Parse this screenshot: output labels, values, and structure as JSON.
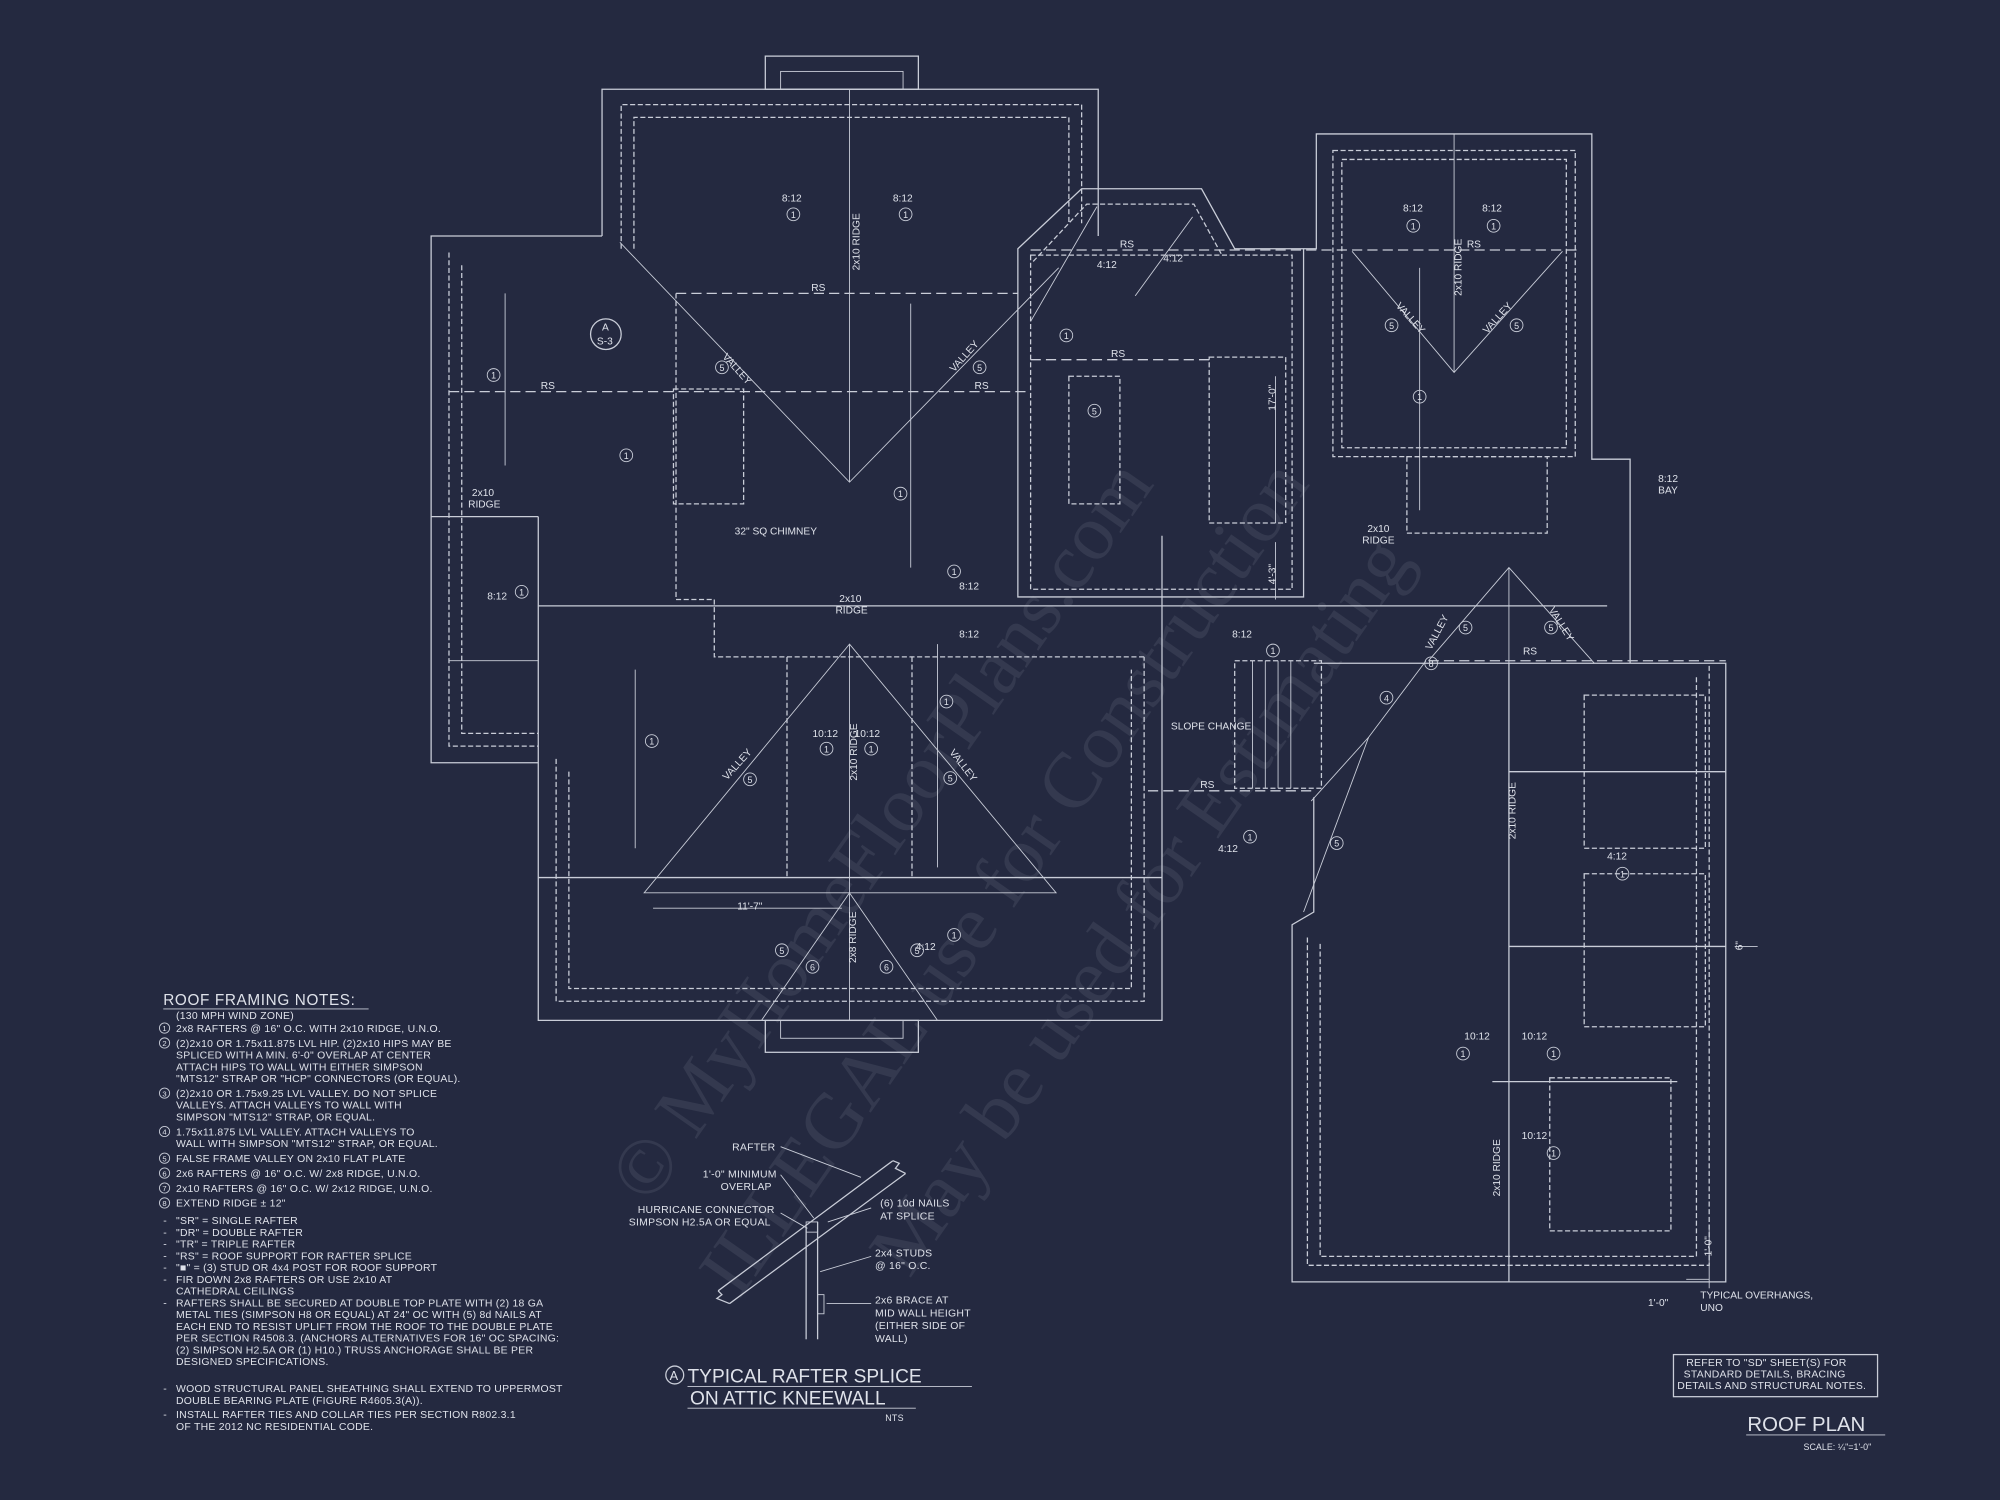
{
  "watermark": [
    "© MyHomeFloorPlans.com",
    "ILLEGAL use for Construction",
    "May be used for Estimating"
  ],
  "plan": {
    "labels": [
      "8:12",
      "8:12",
      "8:12",
      "8:12",
      "4:12",
      "4:12",
      "8:12",
      "8:12",
      "8:12",
      "8:12",
      "10:12",
      "10:12",
      "4:12",
      "4:12",
      "4:12",
      "10:12",
      "10:12",
      "10:12",
      "8:12",
      "BAY",
      "RS",
      "RS",
      "RS",
      "RS",
      "RS",
      "RS",
      "RS",
      "RS",
      "2x10",
      "RIDGE",
      "2x10",
      "RIDGE",
      "2x10",
      "RIDGE",
      "32\" SQ CHIMNEY",
      "SLOPE CHANGE",
      "11'-7\"",
      "A",
      "S-3"
    ],
    "rotated_labels": [
      "2x10 RIDGE",
      "2x10 RIDGE",
      "2x10 RIDGE",
      "2x10 RIDGE",
      "2x8 RIDGE",
      "2x10 RIDGE",
      "VALLEY",
      "VALLEY",
      "VALLEY",
      "VALLEY",
      "VALLEY",
      "VALLEY",
      "VALLEY",
      "VALLEY",
      "17'-0\"",
      "4'-3\"",
      "6\"",
      "1'-0\""
    ],
    "markers": [
      "1",
      "1",
      "1",
      "1",
      "1",
      "1",
      "1",
      "1",
      "1",
      "1",
      "1",
      "1",
      "1",
      "1",
      "1",
      "1",
      "1",
      "1",
      "1",
      "1",
      "1",
      "1",
      "5",
      "5",
      "5",
      "5",
      "5",
      "5",
      "5",
      "5",
      "5",
      "5",
      "5",
      "5",
      "4",
      "8",
      "6",
      "6"
    ],
    "overhang_dim": "1'-0\"",
    "overhang_note": [
      "TYPICAL OVERHANGS,",
      "UNO"
    ]
  },
  "notes": {
    "title": "ROOF FRAMING NOTES:",
    "subtitle": "(130 MPH WIND ZONE)",
    "numbered": [
      {
        "n": "1",
        "lines": [
          "2x8 RAFTERS @ 16\" O.C. WITH 2x10 RIDGE, U.N.O."
        ]
      },
      {
        "n": "2",
        "lines": [
          "(2)2x10 OR 1.75x11.875 LVL HIP.  (2)2x10 HIPS MAY BE",
          "SPLICED WITH A MIN. 6'-0\" OVERLAP AT CENTER",
          "ATTACH HIPS TO WALL WITH EITHER SIMPSON",
          "\"MTS12\" STRAP OR \"HCP\" CONNECTORS (OR EQUAL)."
        ]
      },
      {
        "n": "3",
        "lines": [
          "(2)2x10 OR 1.75x9.25 LVL VALLEY.  DO NOT SPLICE",
          "VALLEYS.  ATTACH VALLEYS TO WALL WITH",
          "SIMPSON \"MTS12\" STRAP, OR EQUAL."
        ]
      },
      {
        "n": "4",
        "lines": [
          "1.75x11.875 LVL VALLEY.  ATTACH VALLEYS TO",
          "WALL WITH SIMPSON \"MTS12\" STRAP, OR EQUAL."
        ]
      },
      {
        "n": "5",
        "lines": [
          "FALSE FRAME VALLEY ON 2x10 FLAT PLATE"
        ]
      },
      {
        "n": "6",
        "lines": [
          "2x6 RAFTERS @ 16\" O.C. W/ 2x8 RIDGE, U.N.O."
        ]
      },
      {
        "n": "7",
        "lines": [
          "2x10 RAFTERS @ 16\" O.C. W/ 2x12 RIDGE, U.N.O."
        ]
      },
      {
        "n": "8",
        "lines": [
          "EXTEND RIDGE ± 12\""
        ]
      }
    ],
    "bullets": [
      {
        "lines": [
          "\"SR\" = SINGLE RAFTER"
        ]
      },
      {
        "lines": [
          "\"DR\" = DOUBLE RAFTER"
        ]
      },
      {
        "lines": [
          "\"TR\" = TRIPLE RAFTER"
        ]
      },
      {
        "lines": [
          "\"RS\" = ROOF SUPPORT FOR RAFTER SPLICE"
        ]
      },
      {
        "lines": [
          "\"■\"  = (3) STUD OR 4x4 POST FOR ROOF SUPPORT"
        ]
      },
      {
        "lines": [
          "FIR DOWN 2x8 RAFTERS OR USE 2x10 AT",
          "CATHEDRAL CEILINGS"
        ]
      },
      {
        "lines": [
          "RAFTERS SHALL BE SECURED AT DOUBLE TOP PLATE WITH (2) 18 GA",
          "METAL TIES (SIMPSON H8 OR EQUAL) AT 24\" OC WITH (5) 8d NAILS AT",
          "EACH END TO RESIST UPLIFT FROM THE ROOF TO THE DOUBLE PLATE",
          "PER SECTION R4508.3. (ANCHORS ALTERNATIVES FOR 16\" OC SPACING:",
          "(2) SIMPSON H2.5A OR (1) H10.) TRUSS ANCHORAGE SHALL BE PER",
          "DESIGNED SPECIFICATIONS."
        ]
      },
      {
        "lines": [
          "WOOD STRUCTURAL PANEL SHEATHING SHALL EXTEND TO UPPERMOST",
          "DOUBLE BEARING PLATE (FIGURE R4605.3(A))."
        ]
      },
      {
        "lines": [
          "INSTALL RAFTER TIES AND COLLAR TIES PER SECTION R802.3.1",
          "OF THE 2012 NC RESIDENTIAL CODE."
        ]
      }
    ]
  },
  "detail": {
    "callouts": {
      "rafter": "RAFTER",
      "overlap": [
        "1'-0\" MINIMUM",
        "OVERLAP"
      ],
      "connector": [
        "HURRICANE CONNECTOR",
        "SIMPSON H2.5A OR EQUAL"
      ],
      "nails": [
        "(6) 10d NAILS",
        "AT SPLICE"
      ],
      "studs": [
        "2x4 STUDS",
        "@ 16\" O.C."
      ],
      "brace": [
        "2x6 BRACE AT",
        "MID WALL HEIGHT",
        "(EITHER SIDE OF",
        "WALL)"
      ]
    },
    "tag": "A",
    "title_line1": "TYPICAL RAFTER SPLICE",
    "title_line2": "ON ATTIC KNEEWALL",
    "scale": "NTS"
  },
  "refer_box": [
    "REFER TO \"SD\"  SHEET(S) FOR",
    "STANDARD DETAILS, BRACING",
    "DETAILS AND STRUCTURAL NOTES."
  ],
  "sheet_title": "ROOF PLAN",
  "sheet_scale": "SCALE: ¼\"=1'-0\""
}
